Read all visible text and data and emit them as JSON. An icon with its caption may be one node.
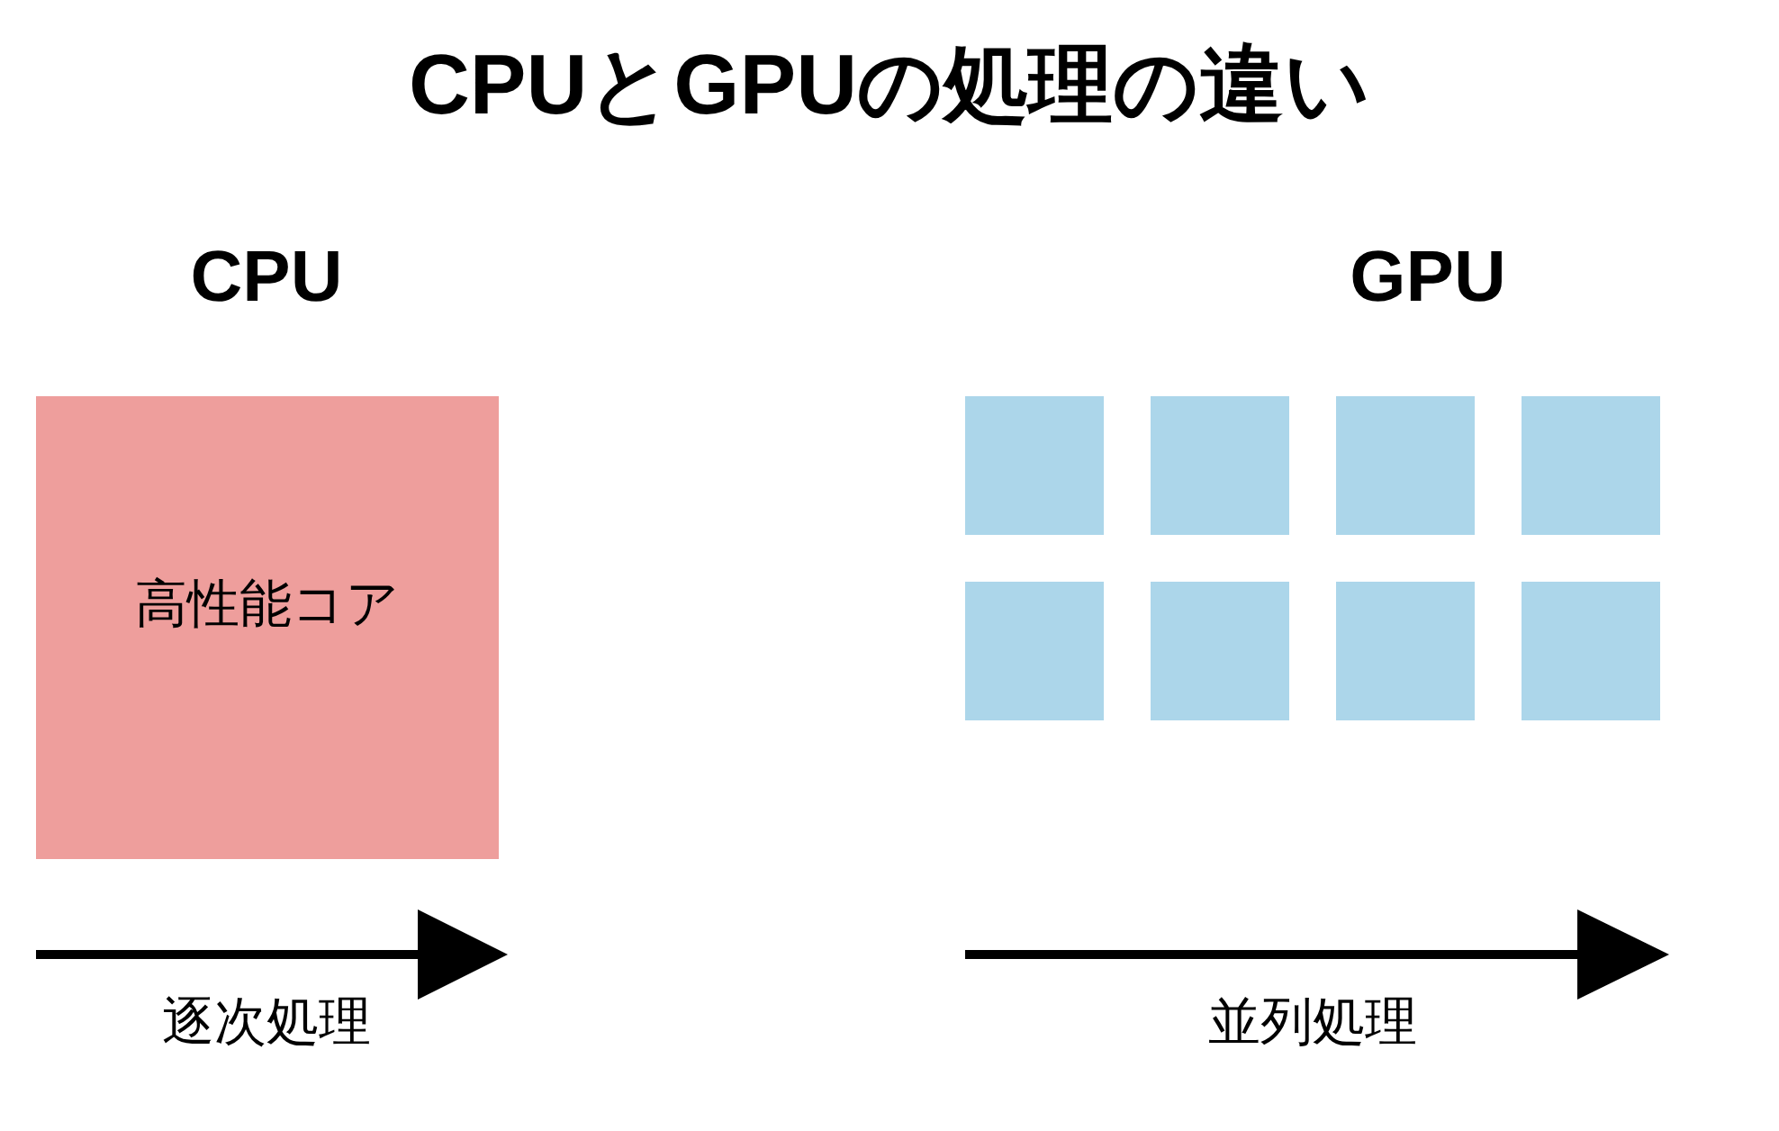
{
  "diagram": {
    "title": "CPUとGPUの処理の違い",
    "nodes": [
      {
        "text": [
          "高性能コア"
        ]
      },
      {
        "text": [],
        "shape": "box"
      },
      {
        "text": [],
        "shape": "box"
      },
      {
        "text": [],
        "shape": "box"
      },
      {
        "text": [],
        "shape": "box"
      },
      {
        "text": [],
        "shape": "box"
      },
      {
        "text": [],
        "shape": "box"
      },
      {
        "text": [],
        "shape": "box"
      },
      {
        "text": [],
        "shape": "box"
      }
    ],
    "edges": [],
    "labels": [
      "CPU",
      "GPU",
      "逐次処理",
      "並列処理"
    ]
  }
}
